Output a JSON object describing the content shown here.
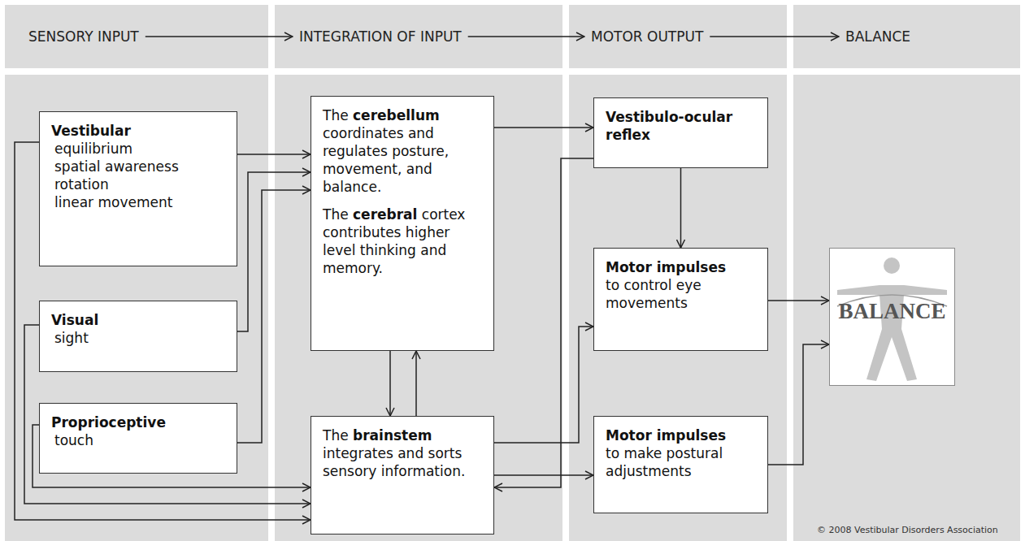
{
  "diagram": {
    "nodes": [
      {
        "text": [
          "SENSORY INPUT"
        ]
      },
      {
        "text": [
          "INTEGRATION OF INPUT"
        ]
      },
      {
        "text": [
          "MOTOR OUTPUT"
        ]
      },
      {
        "text": [
          "BALANCE"
        ]
      },
      {
        "text": [
          "Vestibular",
          "equilibrium",
          "spatial awareness",
          "rotation",
          "linear movement"
        ]
      },
      {
        "text": [
          "Visual",
          "sight"
        ]
      },
      {
        "text": [
          "Proprioceptive",
          "touch"
        ]
      },
      {
        "text": [
          "The cerebellum coordinates and regulates posture, movement, and balance.",
          "The cerebral cortex contributes higher level thinking and memory."
        ]
      },
      {
        "text": [
          "The brainstem integrates and sorts sensory information."
        ]
      },
      {
        "text": [
          "Vestibulo-ocular reflex"
        ]
      },
      {
        "text": [
          "Motor impulses",
          "to control eye movements"
        ]
      },
      {
        "text": [
          "Motor impulses",
          "to make postural adjustments"
        ]
      },
      {
        "text": [
          "BALANCE"
        ]
      }
    ],
    "edges": [
      {
        "from": 0,
        "to": 1,
        "arrow": "to"
      },
      {
        "from": 1,
        "to": 2,
        "arrow": "to"
      },
      {
        "from": 2,
        "to": 3,
        "arrow": "to"
      },
      {
        "from": 4,
        "to": 7,
        "arrow": "to"
      },
      {
        "from": 5,
        "to": 7,
        "arrow": "to"
      },
      {
        "from": 6,
        "to": 7,
        "arrow": "to"
      },
      {
        "from": 4,
        "to": 8,
        "arrow": "to"
      },
      {
        "from": 5,
        "to": 8,
        "arrow": "to"
      },
      {
        "from": 6,
        "to": 8,
        "arrow": "to"
      },
      {
        "from": 7,
        "to": 8,
        "arrow": "to"
      },
      {
        "from": 8,
        "to": 7,
        "arrow": "to"
      },
      {
        "from": 7,
        "to": 9,
        "arrow": "to"
      },
      {
        "from": 9,
        "to": 10,
        "arrow": "to"
      },
      {
        "from": 9,
        "to": 8,
        "arrow": "to"
      },
      {
        "from": 8,
        "to": 10,
        "arrow": "to"
      },
      {
        "from": 8,
        "to": 11,
        "arrow": "to"
      },
      {
        "from": 10,
        "to": 12,
        "arrow": "to"
      },
      {
        "from": 11,
        "to": 12,
        "arrow": "to"
      }
    ],
    "labels": [
      "© 2008 Vestibular Disorders Association"
    ]
  }
}
